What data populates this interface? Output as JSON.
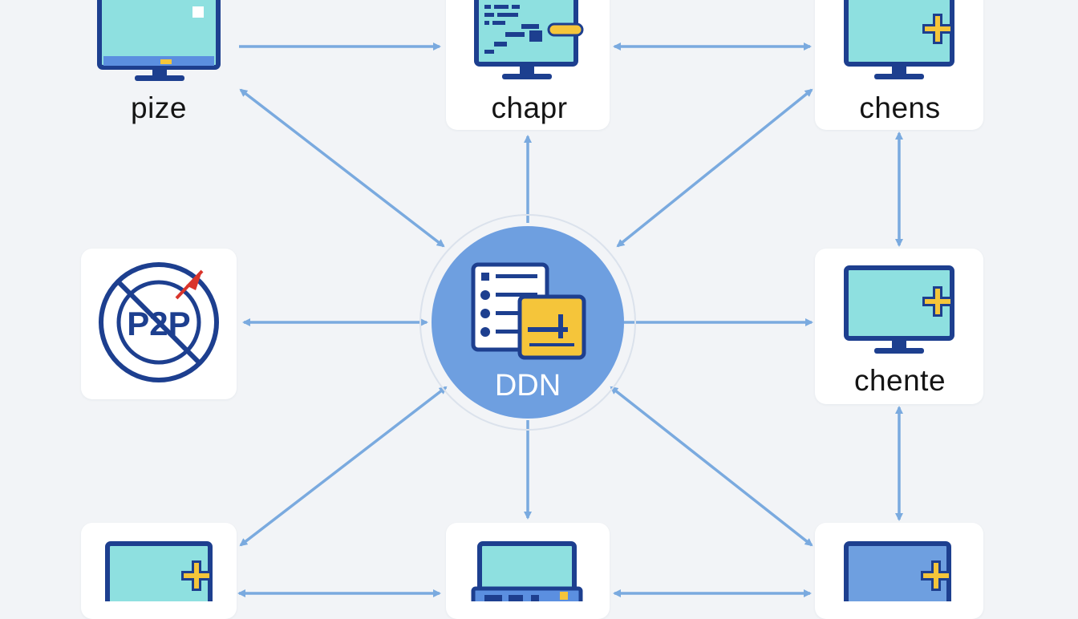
{
  "diagram": {
    "hub": {
      "label": "DDN",
      "icon": "document-list-icon"
    },
    "nodes": [
      {
        "id": "pize",
        "label": "pize",
        "icon": "monitor-icon"
      },
      {
        "id": "chapr",
        "label": "chapr",
        "icon": "code-monitor-icon"
      },
      {
        "id": "chens",
        "label": "chens",
        "icon": "monitor-plus-icon"
      },
      {
        "id": "p2p",
        "label": "",
        "icon": "p2p-no-icon",
        "badge_text": "P2P"
      },
      {
        "id": "chente",
        "label": "chente",
        "icon": "monitor-plus-icon"
      },
      {
        "id": "bottom-left",
        "label": "",
        "icon": "monitor-plus-icon"
      },
      {
        "id": "bottom-center",
        "label": "",
        "icon": "monitor-icon"
      },
      {
        "id": "bottom-right",
        "label": "",
        "icon": "monitor-plus-icon"
      }
    ],
    "colors": {
      "background": "#f2f4f7",
      "arrow": "#7aaadf",
      "hub_fill": "#6e9fe0",
      "screen_fill": "#8ee0e0",
      "screen_border": "#1d3f8f",
      "accent_yellow": "#f5c53a",
      "accent_red": "#d9342b"
    }
  }
}
